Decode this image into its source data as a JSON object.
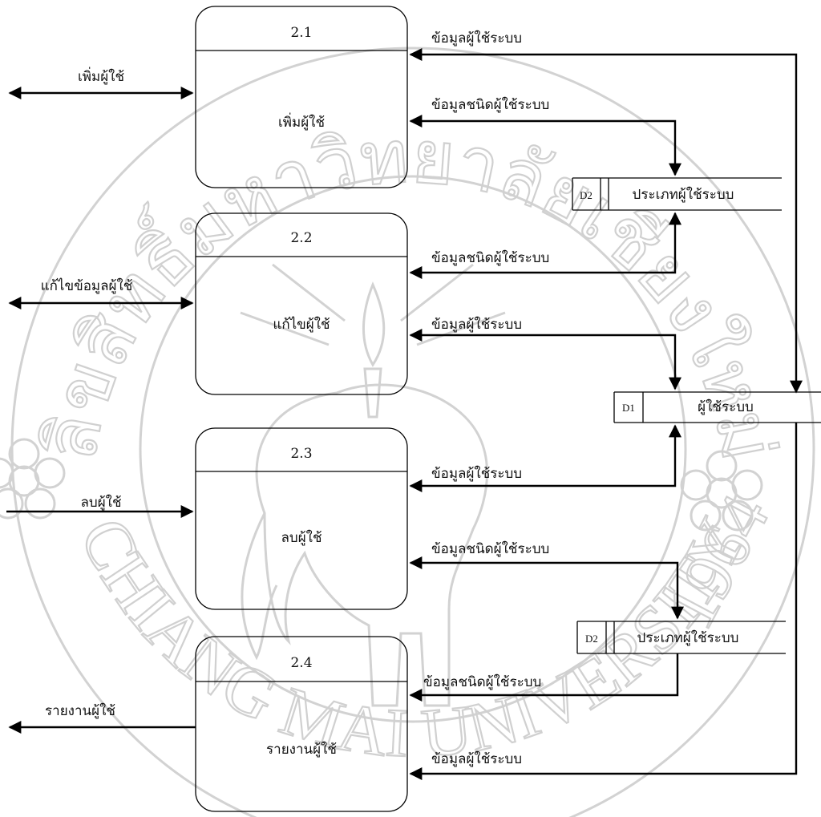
{
  "watermark": {
    "text_bottom": "CHIANG MAI UNIVERSITY",
    "text_top": "ลิขสิทธิ์มหาวิทยาลัยเชียงใหม่",
    "year": "1964"
  },
  "processes": [
    {
      "id": "2.1",
      "name": "เพิ่มผู้ใช้"
    },
    {
      "id": "2.2",
      "name": "แก้ไขผู้ใช้"
    },
    {
      "id": "2.3",
      "name": "ลบผู้ใช้"
    },
    {
      "id": "2.4",
      "name": "รายงานผู้ใช้"
    }
  ],
  "datastores": {
    "d2_top": {
      "id": "D2",
      "name": "ประเภทผู้ใช้ระบบ"
    },
    "d1": {
      "id": "D1",
      "name": "ผู้ใช้ระบบ"
    },
    "d2_bottom": {
      "id": "D2",
      "name": "ประเภทผู้ใช้ระบบ"
    }
  },
  "external_flows": {
    "add": "เพิ่มผู้ใช้",
    "edit": "แก้ไขข้อมูลผู้ใช้",
    "delete": "ลบผู้ใช้",
    "report": "รายงานผู้ใช้"
  },
  "data_flows": {
    "f1": "ข้อมูลผู้ใช้ระบบ",
    "f2": "ข้อมูลชนิดผู้ใช้ระบบ",
    "f3": "ข้อมูลชนิดผู้ใช้ระบบ",
    "f4": "ข้อมูลผู้ใช้ระบบ",
    "f5": "ข้อมูลผู้ใช้ระบบ",
    "f6": "ข้อมูลชนิดผู้ใช้ระบบ",
    "f7": "ข้อมูลชนิดผู้ใช้ระบบ",
    "f8": "ข้อมูลผู้ใช้ระบบ"
  }
}
